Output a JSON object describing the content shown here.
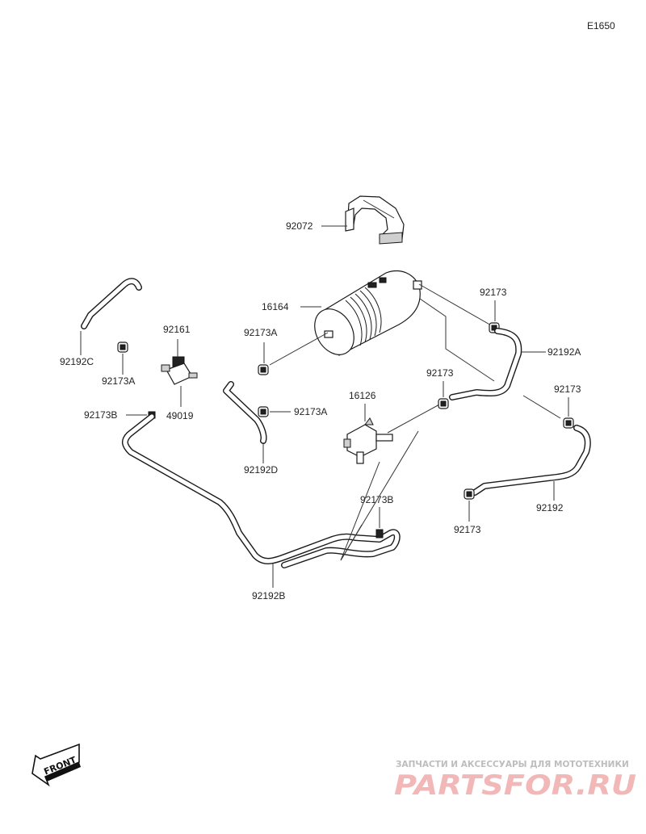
{
  "diagram_code": "E1650",
  "labels": {
    "p92072": "92072",
    "p16164": "16164",
    "p92173_top": "92173",
    "p92192A": "92192A",
    "p92173A_mid": "92173A",
    "p92161": "92161",
    "p92192C": "92192C",
    "p92173A_left": "92173A",
    "p49019": "49019",
    "p92173B_left": "92173B",
    "p92173A_right": "92173A",
    "p92192D": "92192D",
    "p16126": "16126",
    "p92173_center": "92173",
    "p92173_right": "92173",
    "p92192": "92192",
    "p92173_bottom": "92173",
    "p92173B_bottom": "92173B",
    "p92192B": "92192B"
  },
  "front_label": "FRONT",
  "watermark": {
    "tagline": "ЗАПЧАСТИ И АКСЕССУАРЫ ДЛЯ МОТОТЕХНИКИ",
    "logo": "PARTSFOR.RU"
  }
}
